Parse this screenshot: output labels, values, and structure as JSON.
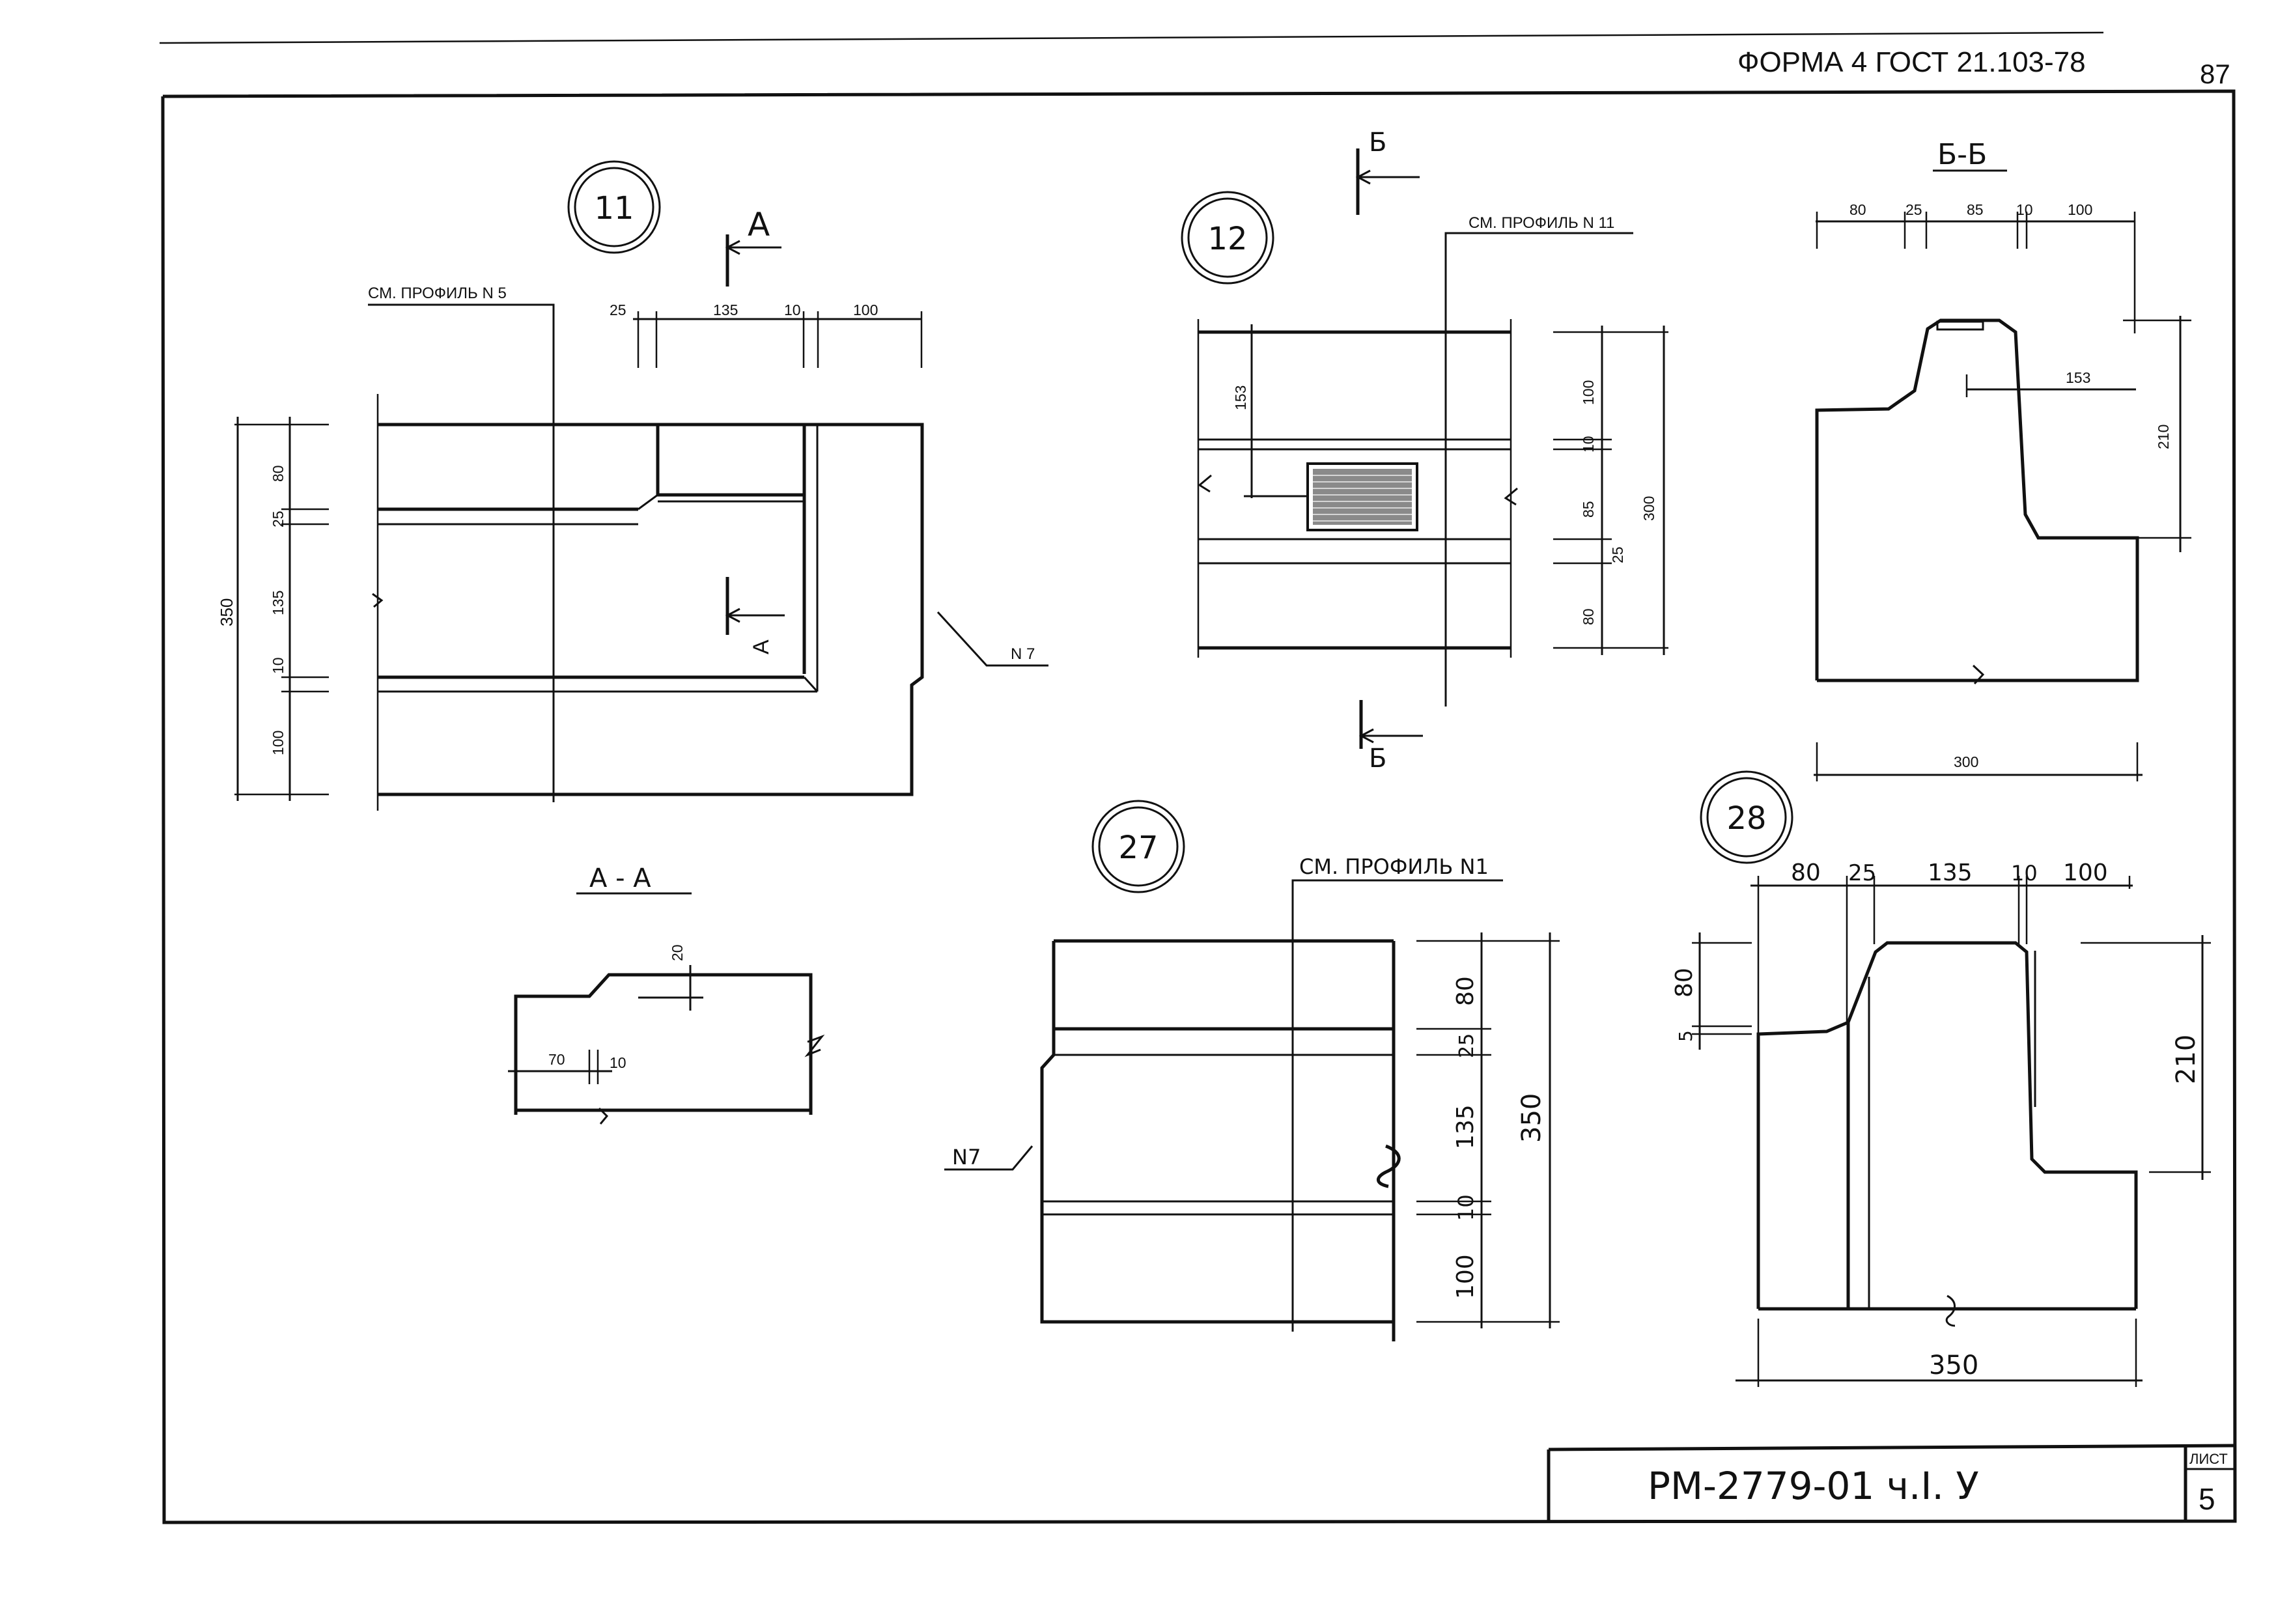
{
  "header": {
    "form": "ФОРМА 4  ГОСТ 21.103-78",
    "page": "87"
  },
  "title_block": {
    "code": "РМ-2779-01 ч.I. У",
    "sheet_label": "ЛИСТ",
    "sheet_no": "5"
  },
  "d11": {
    "num": "11",
    "ref": "СМ. ПРОФИЛЬ N 5",
    "section": "А",
    "leader": "N 7",
    "top_dims": [
      "25",
      "135",
      "10",
      "100"
    ],
    "left_dims": [
      "80",
      "25",
      "135",
      "10",
      "100"
    ],
    "total": "350"
  },
  "aa": {
    "title": "А - А",
    "dims": [
      "20",
      "70",
      "10"
    ]
  },
  "d12": {
    "num": "12",
    "ref": "СМ. ПРОФИЛЬ N 11",
    "section": "Б",
    "width": "153",
    "right_dims": [
      "100",
      "10",
      "85",
      "25",
      "80"
    ],
    "total": "300"
  },
  "bb": {
    "title": "Б-Б",
    "top_dims": [
      "80",
      "25",
      "85",
      "10",
      "100"
    ],
    "inner": "153",
    "height": "210",
    "bottom": "300"
  },
  "d27": {
    "num": "27",
    "ref": "СМ. ПРОФИЛЬ N1",
    "leader": "N7",
    "right_dims": [
      "80",
      "25",
      "135",
      "10",
      "100"
    ],
    "total": "350"
  },
  "d28": {
    "num": "28",
    "top_dims": [
      "80",
      "25",
      "135",
      "10",
      "100"
    ],
    "left_dims": [
      "80",
      "5"
    ],
    "height": "210",
    "bottom": "350"
  }
}
